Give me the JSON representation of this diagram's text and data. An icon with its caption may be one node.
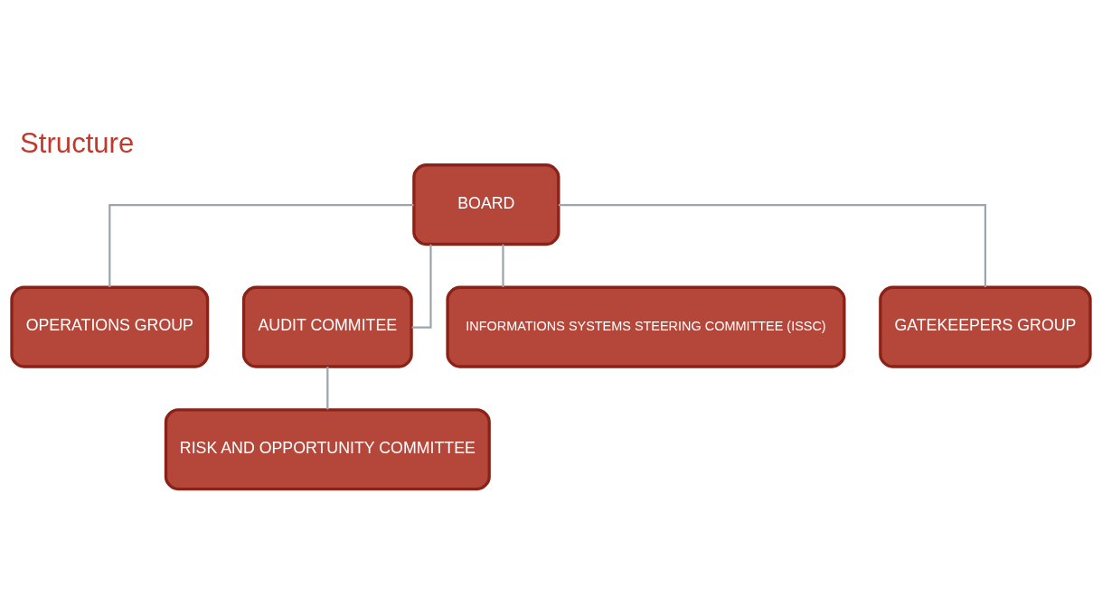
{
  "diagram": {
    "title": "Structure",
    "nodes": [
      {
        "text": [
          "BOARD"
        ]
      },
      {
        "text": [
          "OPERATIONS GROUP"
        ]
      },
      {
        "text": [
          "AUDIT COMMITEE"
        ]
      },
      {
        "text": [
          "INFORMATIONS SYSTEMS STEERING COMMITTEE (ISSC)"
        ]
      },
      {
        "text": [
          "GATEKEEPERS GROUP"
        ]
      },
      {
        "text": [
          "RISK AND OPPORTUNITY COMMITTEE"
        ]
      }
    ],
    "edges": [
      {
        "from": 0,
        "to": 1,
        "arrow": "none"
      },
      {
        "from": 0,
        "to": 2,
        "arrow": "none"
      },
      {
        "from": 0,
        "to": 3,
        "arrow": "none"
      },
      {
        "from": 0,
        "to": 4,
        "arrow": "none"
      },
      {
        "from": 2,
        "to": 5,
        "arrow": "none"
      }
    ]
  }
}
